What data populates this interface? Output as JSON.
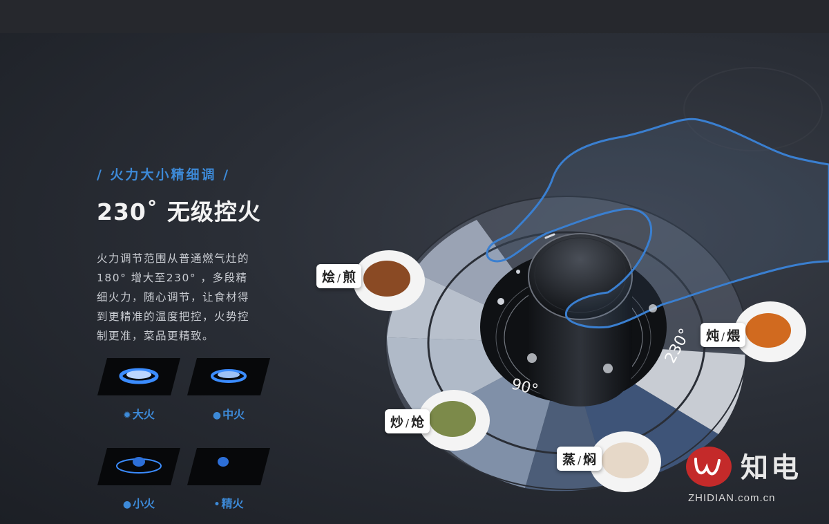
{
  "section_tag": "/ 火力大小精细调 /",
  "headline": "230˚ 无级控火",
  "description": [
    "火力调节范围从普通燃气灶的",
    "180°  增大至230° ，多段精",
    "细火力，随心调节，让食材得",
    "到更精准的温度把控，火势控",
    "制更准，菜品更精致。"
  ],
  "flame_modes": [
    {
      "icon": "burst-icon",
      "label": "大火"
    },
    {
      "icon": "flame-icon",
      "label": "中火"
    },
    {
      "icon": "flame-icon",
      "label": "小火"
    },
    {
      "icon": "small-flame-icon",
      "label": "精火"
    }
  ],
  "dial_labels": {
    "low": "90°",
    "high": "230°"
  },
  "dishes": [
    {
      "a": "烩",
      "b": "煎"
    },
    {
      "a": "炖",
      "b": "煨"
    },
    {
      "a": "炒",
      "b": "炝"
    },
    {
      "a": "蒸",
      "b": "焖"
    }
  ],
  "logo": {
    "brand": "知电",
    "url": "ZHIDIAN.com.cn"
  },
  "colors": {
    "accent": "#3d8ad8",
    "hand_outline": "#3a7fd0",
    "logo_red": "#c42a2a"
  }
}
